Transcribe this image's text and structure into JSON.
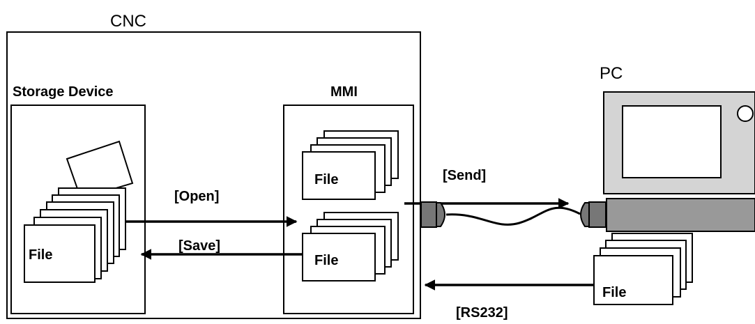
{
  "cnc": {
    "label": "CNC"
  },
  "storage": {
    "label": "Storage Device",
    "file_label": "File"
  },
  "mmi": {
    "label": "MMI",
    "open_file_label": "File",
    "save_file_label": "File"
  },
  "pc": {
    "label": "PC"
  },
  "external": {
    "file_label": "File"
  },
  "arrows": {
    "open": "[Open]",
    "save": "[Save]",
    "send": "[Send]",
    "rs232": "[RS232]"
  },
  "colors": {
    "monitor_body": "#d4d4d4",
    "pc_base": "#999999",
    "connector": "#777777",
    "line": "#000000",
    "background": "#ffffff"
  }
}
